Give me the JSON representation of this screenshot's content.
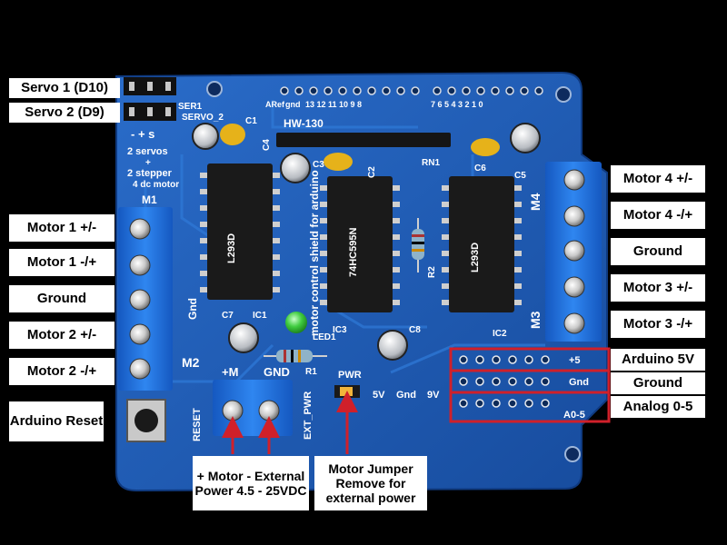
{
  "callouts": {
    "servo1": "Servo 1 (D10)",
    "servo2": "Servo 2 (D9)",
    "motor1a": "Motor 1 +/-",
    "motor1b": "Motor 1 -/+",
    "ground_left": "Ground",
    "motor2a": "Motor 2 +/-",
    "motor2b": "Motor 2 -/+",
    "reset": "Arduino Reset",
    "ext_power": "+  Motor  -  External Power 4.5 - 25VDC",
    "jumper": "Motor Jumper Remove for external power",
    "motor4a": "Motor 4 +/-",
    "motor4b": "Motor 4 -/+",
    "ground_right": "Ground",
    "motor3a": "Motor 3 +/-",
    "motor3b": "Motor 3 -/+",
    "arduino5v": "Arduino 5V",
    "ground_header": "Ground",
    "analog": "Analog 0-5"
  },
  "board": {
    "model": "HW-130",
    "ser1": "SER1",
    "servo2": "SERVO_2",
    "servo_pins": "- + s",
    "desc1": "2 servos",
    "desc2": "+",
    "desc3": "2 stepper",
    "desc4": "4 dc motor",
    "m1": "M1",
    "m2": "M2",
    "m3": "M3",
    "m4": "M4",
    "gnd_left": "Gnd",
    "gnd_mid": "GND",
    "plus_m": "+M",
    "ext_pwr": "EXT_PWR",
    "pwr": "PWR",
    "v5": "5V",
    "gnd_pwr": "Gnd",
    "v9": "9V",
    "reset": "RESET",
    "plus5": "+5",
    "gnd_hdr": "Gnd",
    "a05": "A0-5",
    "vertical": "motor control shield for arduino",
    "aref": "ARef",
    "gnd_top": "gnd",
    "pins_top": "13  12  11  10   9   8",
    "pins_top2": "7   6   5   4   3   2   1   0",
    "ic1": "IC1",
    "ic2": "IC2",
    "ic3": "IC3",
    "c1": "C1",
    "c2": "C2",
    "c3": "C3",
    "c4": "C4",
    "c5": "C5",
    "c6": "C6",
    "c7": "C7",
    "c8": "C8",
    "rn1": "RN1",
    "r1": "R1",
    "r2": "R2",
    "led1": "LED1",
    "chip1": "L293D",
    "chip2": "74HC595N",
    "chip3": "L293D"
  },
  "colors": {
    "pcb": "#1d5bb8",
    "terminal": "#1e6fd6",
    "header_box": "#d0202a",
    "arrow": "#d0202a",
    "led": "#3fcc3f"
  }
}
